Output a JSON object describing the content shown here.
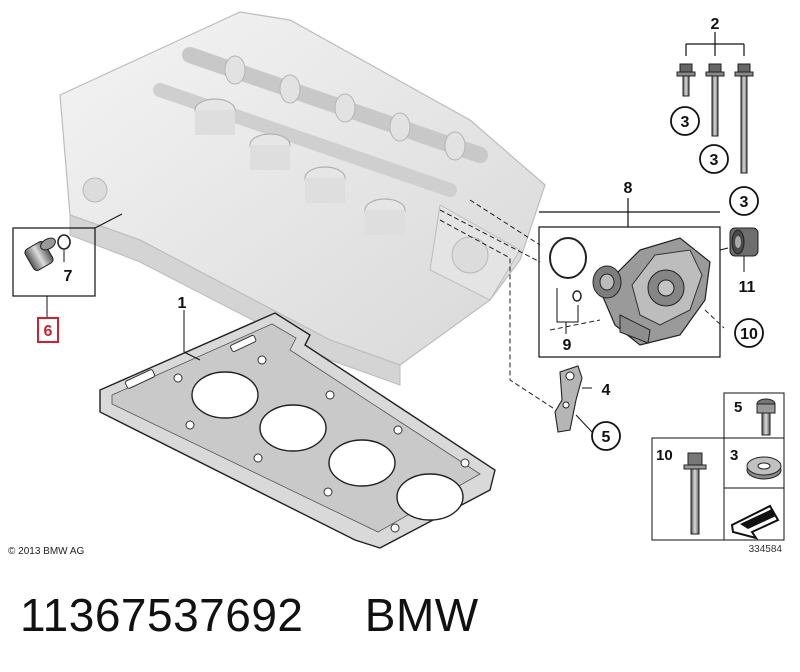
{
  "labels": {
    "part_1": "1",
    "part_2": "2",
    "part_3a": "3",
    "part_3b": "3",
    "part_3c": "3",
    "part_4": "4",
    "part_5": "5",
    "part_6": "6",
    "part_7": "7",
    "part_8": "8",
    "part_9": "9",
    "part_10": "10",
    "part_11": "11",
    "legend_5": "5",
    "legend_3": "3",
    "legend_10": "10"
  },
  "copyright": "© 2013 BMW AG",
  "diagram_number": "334584",
  "footer": {
    "part_number": "11367537692",
    "brand": "BMW"
  },
  "colors": {
    "highlight": "#cc2233",
    "line": "#111111",
    "engine_fill": "#eeeeee"
  }
}
